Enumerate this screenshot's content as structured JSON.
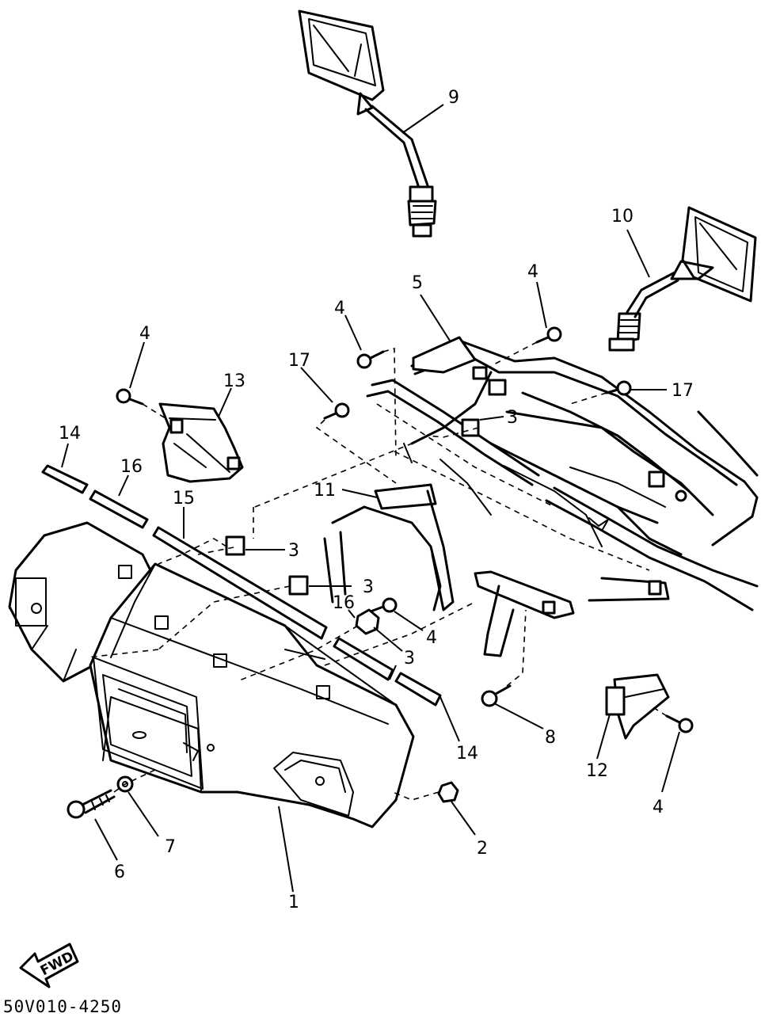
{
  "callouts": {
    "c1": "1",
    "c2": "2",
    "c3a": "3",
    "c3b": "3",
    "c3c": "3",
    "c3d": "3",
    "c4a": "4",
    "c4b": "4",
    "c4c": "4",
    "c4d": "4",
    "c4e": "4",
    "c5": "5",
    "c6": "6",
    "c7": "7",
    "c8": "8",
    "c9": "9",
    "c10": "10",
    "c11": "11",
    "c12": "12",
    "c13": "13",
    "c14a": "14",
    "c14b": "14",
    "c15": "15",
    "c16a": "16",
    "c16b": "16",
    "c17a": "17",
    "c17b": "17"
  },
  "fwd_label": "FWD",
  "diagram_code": "50V010-4250",
  "stroke_color": "#000000",
  "background_color": "#ffffff"
}
